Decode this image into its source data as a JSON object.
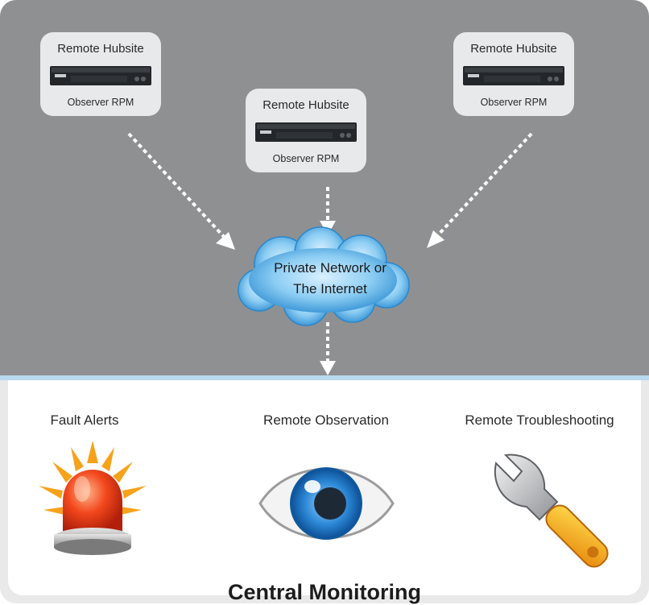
{
  "hubs": [
    {
      "title": "Remote Hubsite",
      "device": "Observer RPM"
    },
    {
      "title": "Remote Hubsite",
      "device": "Observer RPM"
    },
    {
      "title": "Remote Hubsite",
      "device": "Observer RPM"
    }
  ],
  "cloud": {
    "line1": "Private Network or",
    "line2": "The Internet"
  },
  "features": [
    {
      "label": "Fault Alerts",
      "icon": "alarm-beacon-icon"
    },
    {
      "label": "Remote Observation",
      "icon": "eye-icon"
    },
    {
      "label": "Remote Troubleshooting",
      "icon": "wrench-icon"
    }
  ],
  "footer": {
    "title": "Central Monitoring"
  },
  "colors": {
    "top_panel": "#8f9092",
    "divider": "#b9d9ee",
    "cloud": "#4aa7e0",
    "hub_box": "#e8e9ea"
  }
}
